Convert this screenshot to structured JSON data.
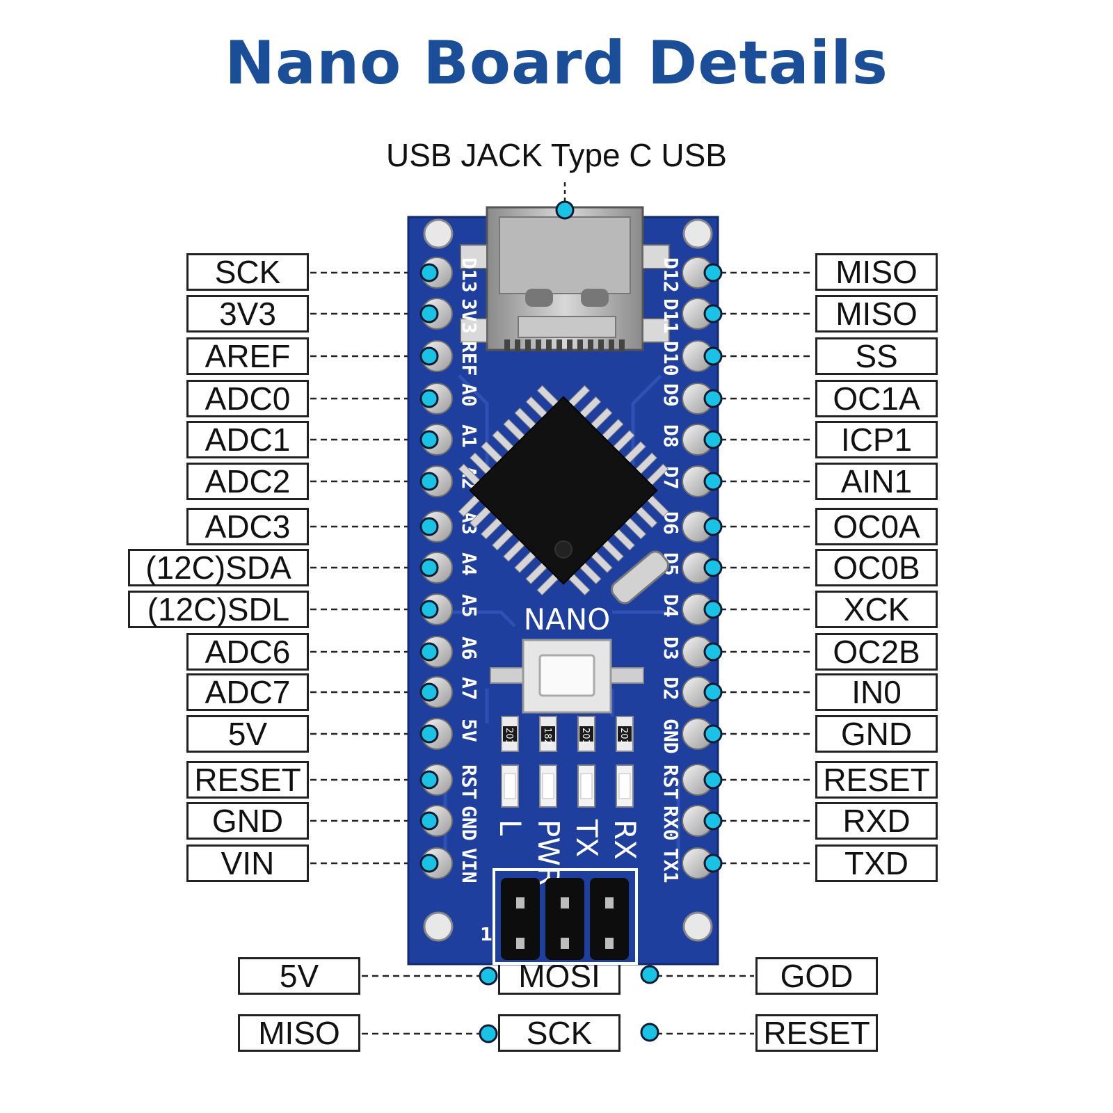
{
  "title": "Nano Board Details",
  "usb_label": "USB JACK Type C USB",
  "left_pins": [
    "SCK",
    "3V3",
    "AREF",
    "ADC0",
    "ADC1",
    "ADC2",
    "ADC3",
    "(12C)SDA",
    "(12C)SDL",
    "ADC6",
    "ADC7",
    "5V",
    "RESET",
    "GND",
    "VIN"
  ],
  "right_pins": [
    "MISO",
    "MISO",
    "SS",
    "OC1A",
    "ICP1",
    "AIN1",
    "OC0A",
    "OC0B",
    "XCK",
    "OC2B",
    "IN0",
    "GND",
    "RESET",
    "RXD",
    "TXD"
  ],
  "board_left_silk": [
    "D13",
    "3V3",
    "REF",
    "A0",
    "A1",
    "A2",
    "A3",
    "A4",
    "A5",
    "A6",
    "A7",
    "5V",
    "RST",
    "GND",
    "VIN"
  ],
  "board_right_silk": [
    "D12",
    "D11",
    "D10",
    "D9",
    "D8",
    "D7",
    "D6",
    "D5",
    "D4",
    "D3",
    "D2",
    "GND",
    "RST",
    "RX0",
    "TX1"
  ],
  "board_name": "NANO",
  "led_labels": [
    "L",
    "PWR",
    "TX",
    "RX"
  ],
  "resistor_codes": [
    "201",
    "182",
    "201",
    "201"
  ],
  "icsp_marker": "1",
  "icsp_pins": {
    "row1": [
      "5V",
      "MOSI",
      "GOD"
    ],
    "row2": [
      "MISO",
      "SCK",
      "RESET"
    ]
  },
  "colors": {
    "title": "#1a4e98",
    "board": "#1f3f9e",
    "dot": "#19c3e6",
    "dot_outline": "#0b1a30"
  }
}
